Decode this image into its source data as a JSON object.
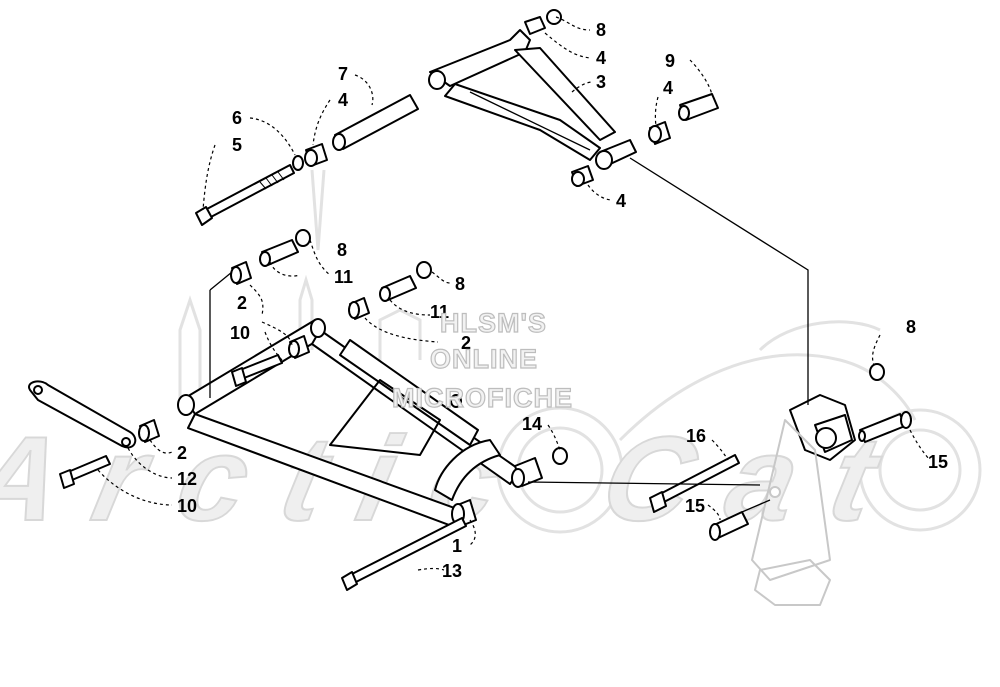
{
  "watermark": {
    "lines": [
      "HLSM'S",
      "ONLINE",
      "MICROFICHE"
    ],
    "logo_text": "Arctic Cat"
  },
  "callouts": {
    "c1": "1",
    "c2a": "2",
    "c2b": "2",
    "c2c": "2",
    "c3": "3",
    "c4a": "4",
    "c4b": "4",
    "c4c": "4",
    "c4d": "4",
    "c5": "5",
    "c6": "6",
    "c7": "7",
    "c8a": "8",
    "c8b": "8",
    "c8c": "8",
    "c8d": "8",
    "c9": "9",
    "c10a": "10",
    "c10b": "10",
    "c11a": "11",
    "c11b": "11",
    "c12": "12",
    "c13": "13",
    "c14": "14",
    "c15a": "15",
    "c15b": "15",
    "c16": "16"
  }
}
